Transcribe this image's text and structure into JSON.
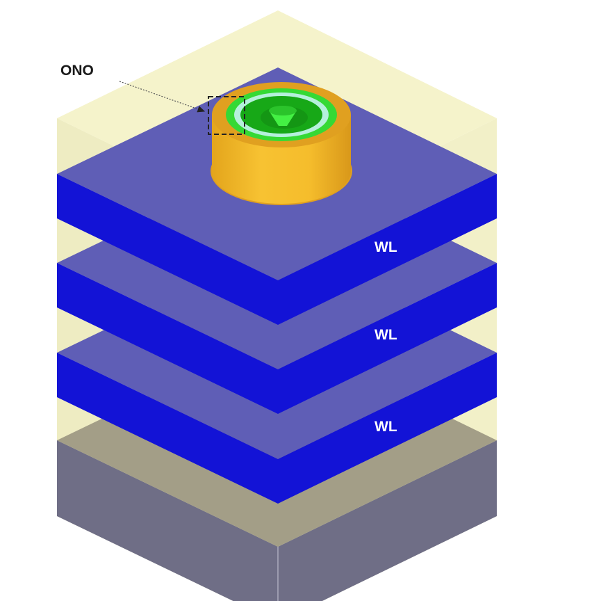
{
  "labels": {
    "ono": "ONO",
    "wordlines": [
      "WL",
      "WL",
      "WL"
    ]
  },
  "colors": {
    "oxide_top": "#f5f3cb",
    "oxide_side_left": "#eeecc2",
    "oxide_side_right": "#f2f0c8",
    "wl_top": "#5f5eb6",
    "wl_side": "#1313d6",
    "base_top": "#a39e87",
    "base_side": "#6f6e86",
    "channel_outer": "#f2b92a",
    "channel_rim": "#e0a020",
    "ono_green": "#35d935",
    "ono_cyan": "#b5f0dc",
    "core_dark_green": "#17a817",
    "core_bright_green": "#44f044",
    "label_dark": "#1a1a1a",
    "label_light": "#ffffff"
  }
}
